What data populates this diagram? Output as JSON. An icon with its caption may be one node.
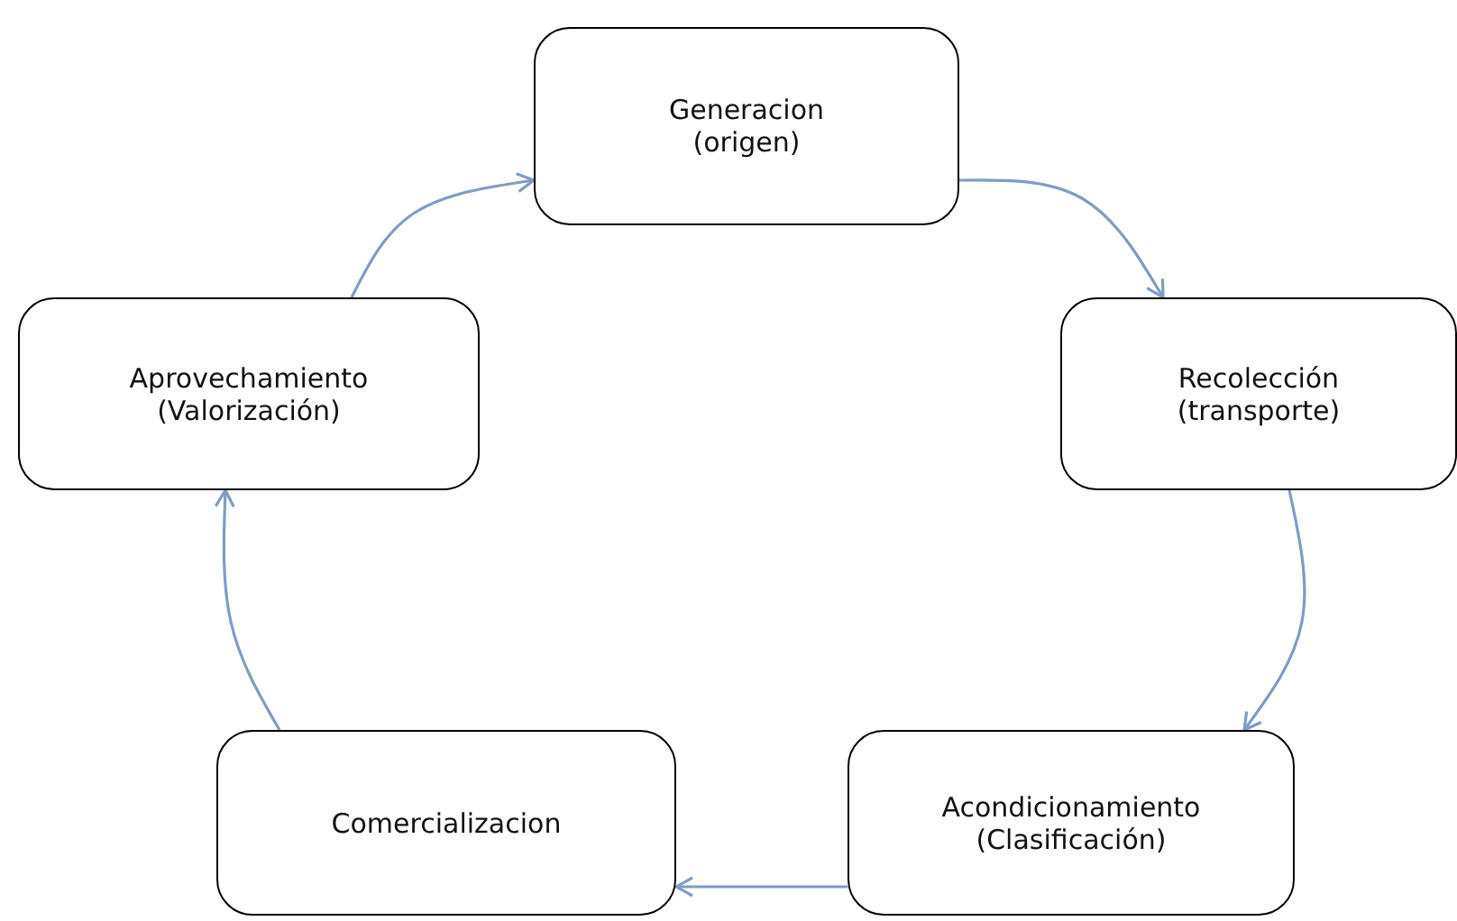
{
  "diagram": {
    "nodes": [
      {
        "text": [
          "Generacion (origen)"
        ]
      },
      {
        "text": [
          "Recolección (transporte)"
        ]
      },
      {
        "text": [
          "Acondicionamiento (Clasificación)"
        ]
      },
      {
        "text": [
          "Comercializacion"
        ]
      },
      {
        "text": [
          "Aprovechamiento (Valorización)"
        ]
      }
    ],
    "edges": [
      {
        "from": 0,
        "to": 1,
        "arrow": "to"
      },
      {
        "from": 1,
        "to": 2,
        "arrow": "to"
      },
      {
        "from": 2,
        "to": 3,
        "arrow": "to"
      },
      {
        "from": 3,
        "to": 4,
        "arrow": "to"
      },
      {
        "from": 4,
        "to": 0,
        "arrow": "to"
      }
    ]
  }
}
